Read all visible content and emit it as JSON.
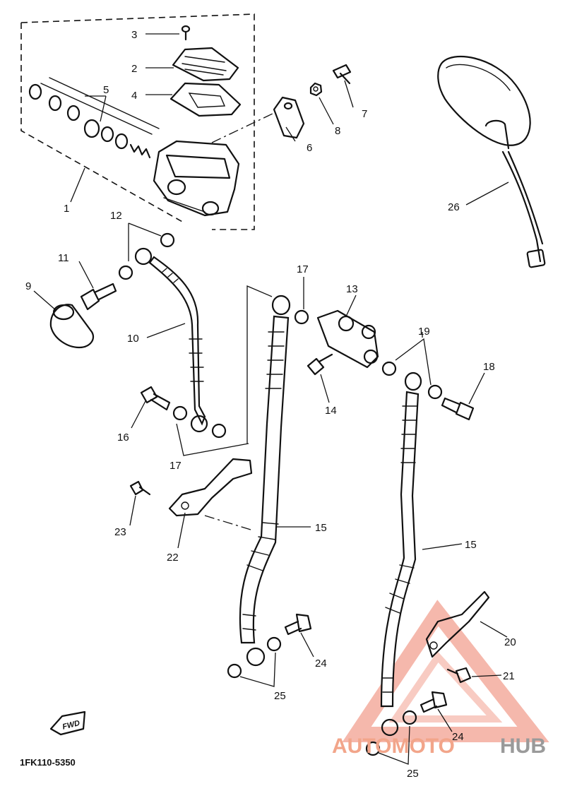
{
  "diagram": {
    "callouts": [
      {
        "id": "c1",
        "label": "1"
      },
      {
        "id": "c2",
        "label": "2"
      },
      {
        "id": "c3",
        "label": "3"
      },
      {
        "id": "c4",
        "label": "4"
      },
      {
        "id": "c5",
        "label": "5"
      },
      {
        "id": "c6",
        "label": "6"
      },
      {
        "id": "c7",
        "label": "7"
      },
      {
        "id": "c8",
        "label": "8"
      },
      {
        "id": "c9",
        "label": "9"
      },
      {
        "id": "c10",
        "label": "10"
      },
      {
        "id": "c11",
        "label": "11"
      },
      {
        "id": "c12",
        "label": "12"
      },
      {
        "id": "c13",
        "label": "13"
      },
      {
        "id": "c14",
        "label": "14"
      },
      {
        "id": "c15a",
        "label": "15"
      },
      {
        "id": "c15b",
        "label": "15"
      },
      {
        "id": "c16",
        "label": "16"
      },
      {
        "id": "c17a",
        "label": "17"
      },
      {
        "id": "c17b",
        "label": "17"
      },
      {
        "id": "c18",
        "label": "18"
      },
      {
        "id": "c19",
        "label": "19"
      },
      {
        "id": "c20",
        "label": "20"
      },
      {
        "id": "c21",
        "label": "21"
      },
      {
        "id": "c22",
        "label": "22"
      },
      {
        "id": "c23",
        "label": "23"
      },
      {
        "id": "c24a",
        "label": "24"
      },
      {
        "id": "c24b",
        "label": "24"
      },
      {
        "id": "c25a",
        "label": "25"
      },
      {
        "id": "c25b",
        "label": "25"
      },
      {
        "id": "c26",
        "label": "26"
      }
    ],
    "fwd_label": "FWD",
    "drawing_code": "1FK110-5350"
  },
  "watermark": {
    "text_accent": "AUTOMOTO",
    "text_dark": "HUB",
    "accent_color": "#e8826a",
    "dark_color": "#8e8e8e"
  }
}
